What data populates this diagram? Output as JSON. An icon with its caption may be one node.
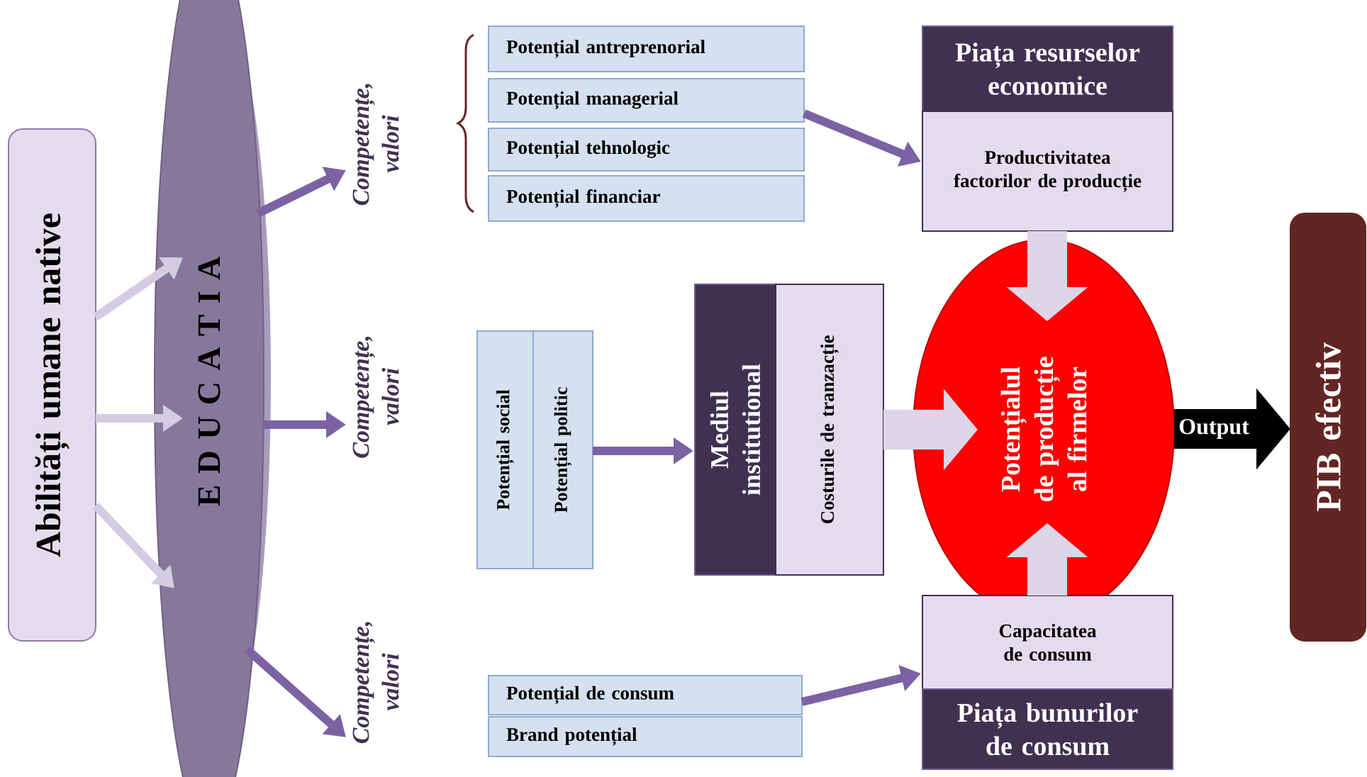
{
  "diagram": {
    "nodes": [
      {
        "text": [
          "Abilități umane native"
        ]
      },
      {
        "text": [
          "E D U C A T I A"
        ]
      },
      {
        "text": [
          "Competențe, valori"
        ]
      },
      {
        "text": [
          "Competențe, valori"
        ]
      },
      {
        "text": [
          "Competențe, valori"
        ]
      },
      {
        "text": [
          "Potențial antreprenorial"
        ]
      },
      {
        "text": [
          "Potențial managerial"
        ]
      },
      {
        "text": [
          "Potențial tehnologic"
        ]
      },
      {
        "text": [
          "Potențial financiar"
        ]
      },
      {
        "text": [
          "Potențial social"
        ]
      },
      {
        "text": [
          "Potențial politic"
        ]
      },
      {
        "text": [
          "Mediul institutional"
        ]
      },
      {
        "text": [
          "Costurile de tranzacție"
        ]
      },
      {
        "text": [
          "Potențialul de producție al firmelor"
        ]
      },
      {
        "text": [
          "Piața resurselor economice"
        ]
      },
      {
        "text": [
          "Productivitatea factorilor de producție"
        ]
      },
      {
        "text": [
          "Capacitatea de consum"
        ]
      },
      {
        "text": [
          "Piața bunurilor de consum"
        ]
      },
      {
        "text": [
          "Potențial de consum"
        ]
      },
      {
        "text": [
          "Brand potențial"
        ]
      },
      {
        "text": [
          "PIB efectiv"
        ]
      }
    ],
    "edges": [
      {
        "from": 0,
        "to": 1,
        "arrow": "to",
        "color": "#d5cbe3"
      },
      {
        "from": 0,
        "to": 1,
        "arrow": "to",
        "color": "#d5cbe3"
      },
      {
        "from": 0,
        "to": 1,
        "arrow": "to",
        "color": "#d5cbe3"
      },
      {
        "from": 1,
        "to": 2,
        "arrow": "to"
      },
      {
        "from": 1,
        "to": 3,
        "arrow": "to"
      },
      {
        "from": 1,
        "to": 4,
        "arrow": "to"
      },
      {
        "from": 6,
        "to": 15,
        "arrow": "to"
      },
      {
        "from": 10,
        "to": 11,
        "arrow": "to"
      },
      {
        "from": 18,
        "to": 16,
        "arrow": "to"
      },
      {
        "from": 15,
        "to": 13,
        "arrow": "to",
        "style": "thick",
        "color": "#ddd5e8"
      },
      {
        "from": 12,
        "to": 13,
        "arrow": "to",
        "style": "thick",
        "color": "#ddd5e8"
      },
      {
        "from": 16,
        "to": 13,
        "arrow": "to",
        "style": "thick",
        "color": "#ddd5e8"
      },
      {
        "from": 13,
        "to": 20,
        "arrow": "to",
        "style": "thick",
        "color": "#000000",
        "label": "Output"
      }
    ]
  }
}
